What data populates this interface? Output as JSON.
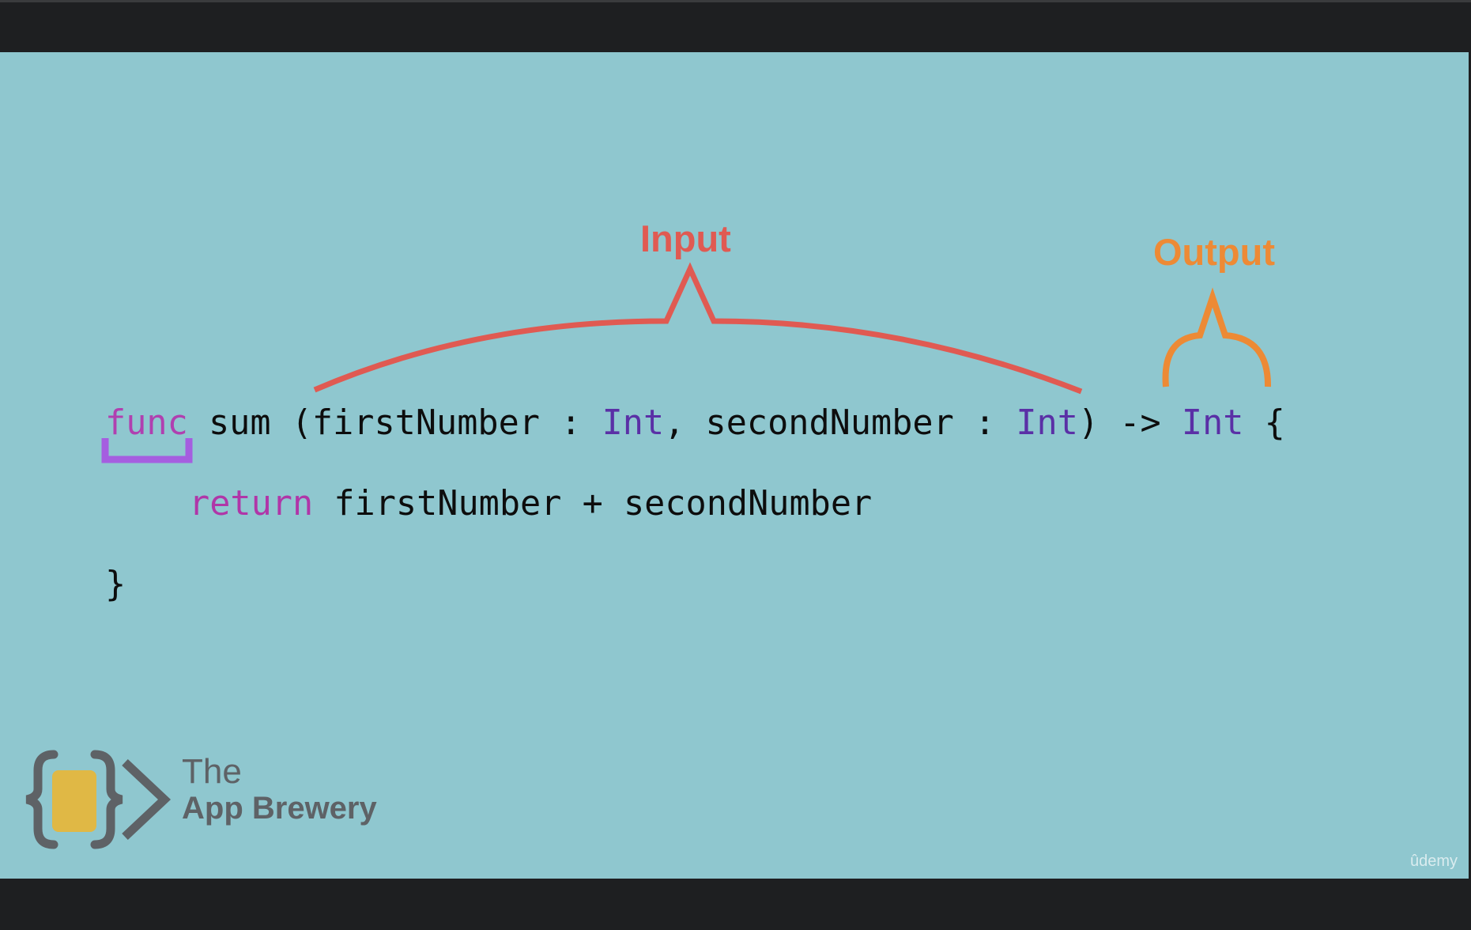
{
  "code": {
    "line1": {
      "func_kw": "func",
      "name": " sum (firstNumber : ",
      "type1": "Int",
      "mid": ", secondNumber : ",
      "type2": "Int",
      "arrow": ") -> ",
      "type3": "Int",
      "brace": " {"
    },
    "line2": {
      "return_kw": "return",
      "expr": " firstNumber + secondNumber"
    },
    "line3": {
      "close": "}"
    }
  },
  "annotations": {
    "input_label": "Input",
    "output_label": "Output",
    "input_color": "#e05a52",
    "output_color": "#ed8a35",
    "func_bracket_color": "#a55ee0"
  },
  "logo": {
    "the": "The",
    "brand": "App Brewery",
    "icon": "curly-braces-beer-icon"
  },
  "watermark": "ûdemy",
  "colors": {
    "slide_background": "#8fc7cf",
    "letterbox": "#1e1f21"
  }
}
